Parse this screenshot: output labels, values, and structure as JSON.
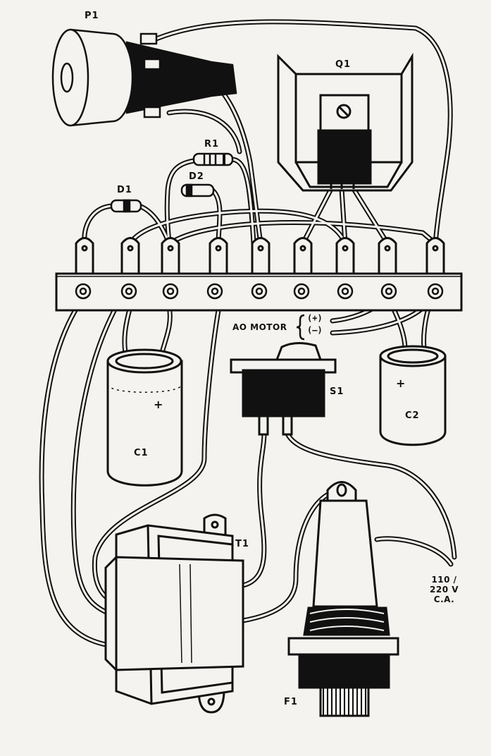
{
  "components": {
    "potentiometer": "P1",
    "transistor": "Q1",
    "resistor": "R1",
    "diode_1": "D1",
    "diode_2": "D2",
    "capacitor_1": "C1",
    "capacitor_2": "C2",
    "switch": "S1",
    "transformer": "T1",
    "fuse_holder": "F1"
  },
  "motor": {
    "label": "AO  MOTOR",
    "positive": "(+)",
    "negative": "(–)"
  },
  "polarity_mark": "+",
  "mains": {
    "line1": "110 /",
    "line2": "220 V",
    "line3": "C.A."
  },
  "terminal_strip": {
    "lugs": 9
  }
}
